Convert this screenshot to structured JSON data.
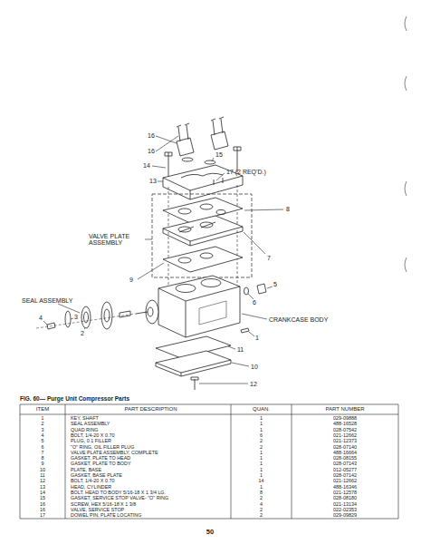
{
  "diagram": {
    "caption": "FIG. 60— Purge Unit Compressor Parts",
    "labels": [
      "16",
      "16",
      "15",
      "14",
      "13",
      "17 (2 REQ'D.)",
      "8",
      "VALVE PLATE ASSEMBLY",
      "7",
      "9",
      "SEAL ASSEMBLY",
      "5",
      "6",
      "CRANKCASE BODY",
      "4",
      "3",
      "2",
      "11",
      "1",
      "10",
      "12",
      "ITEM",
      "PART DESCRIPTION",
      "QUAN.",
      "PART NUMBER",
      "1",
      "KEY, SHAFT",
      "1",
      "029-09888",
      "2",
      "SEAL ASSEMBLY",
      "1",
      "488-16528",
      "3",
      "QUAD RING",
      "1",
      "028-07542",
      "4",
      "BOLT, 1/4-20 X 0.70",
      "6",
      "021-12662",
      "5",
      "PLUG, 0.1 FILLER",
      "2",
      "021-12373",
      "6",
      "\"O\" RING, OIL FILLER PLUG",
      "2",
      "028-07140",
      "7",
      "VALVE PLATE ASSEMBLY, COMPLETE",
      "1",
      "488-16664",
      "8",
      "GASKET, PLATE TO HEAD",
      "1",
      "028-08155",
      "9",
      "GASKET, PLATE TO BODY",
      "1",
      "028-07143",
      "10",
      "PLATE, BASE",
      "1",
      "012-05277",
      "11",
      "GASKET, BASE PLATE",
      "1",
      "028-07142",
      "12",
      "BOLT, 1/4-20 X 0.70",
      "14",
      "021-12662",
      "13",
      "HEAD, CYLINDER",
      "1",
      "488-16346",
      "14",
      "BOLT, HEAD TO BODY 5/16-18 X 1 3/4 LG.",
      "8",
      "021-12578",
      "15",
      "GASKET, SERVICE STOP VALVE- \"O\" RING",
      "2",
      "028-08180",
      "16",
      "SCREW, HEX 5/16-18 X 1 3/8",
      "4",
      "021-13134",
      "16",
      "VALVE, SERVICE STOP",
      "2",
      "022-02353",
      "17",
      "DOWEL PIN, PLATE LOCATING",
      "2",
      "029-09829",
      "50"
    ]
  }
}
